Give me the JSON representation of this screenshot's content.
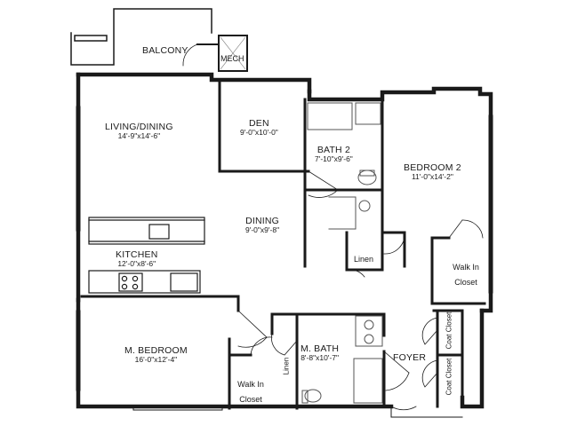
{
  "rooms": {
    "balcony": {
      "name": "BALCONY"
    },
    "mech": {
      "name": "MECH"
    },
    "living_dining": {
      "name": "LIVING/DINING",
      "dim": "14'-9\"x14'-6\""
    },
    "den": {
      "name": "DEN",
      "dim": "9'-0\"x10'-0\""
    },
    "bath2": {
      "name": "BATH 2",
      "dim": "7'-10\"x9'-6\""
    },
    "bedroom2": {
      "name": "BEDROOM 2",
      "dim": "11'-0\"x14'-2\""
    },
    "dining": {
      "name": "DINING",
      "dim": "9'-0\"x9'-8\""
    },
    "kitchen": {
      "name": "KITCHEN",
      "dim": "12'-0\"x8'-6\""
    },
    "linen_upper": {
      "name": "Linen"
    },
    "walk_in_closet_br2": {
      "name": "Walk In Closet"
    },
    "master_bedroom": {
      "name": "M. BEDROOM",
      "dim": "16'-0\"x12'-4\""
    },
    "master_bath": {
      "name": "M. BATH",
      "dim": "8'-8\"x10'-7\""
    },
    "walk_in_closet_master": {
      "name": "Walk In Closet"
    },
    "linen_lower": {
      "name": "Linen"
    },
    "foyer": {
      "name": "FOYER"
    },
    "coat_closet_1": {
      "name": "Coat Closet"
    },
    "coat_closet_2": {
      "name": "Coat Closet"
    }
  },
  "colors": {
    "wall": "#1a1a1a",
    "fixture": "#555555",
    "background": "#ffffff"
  }
}
